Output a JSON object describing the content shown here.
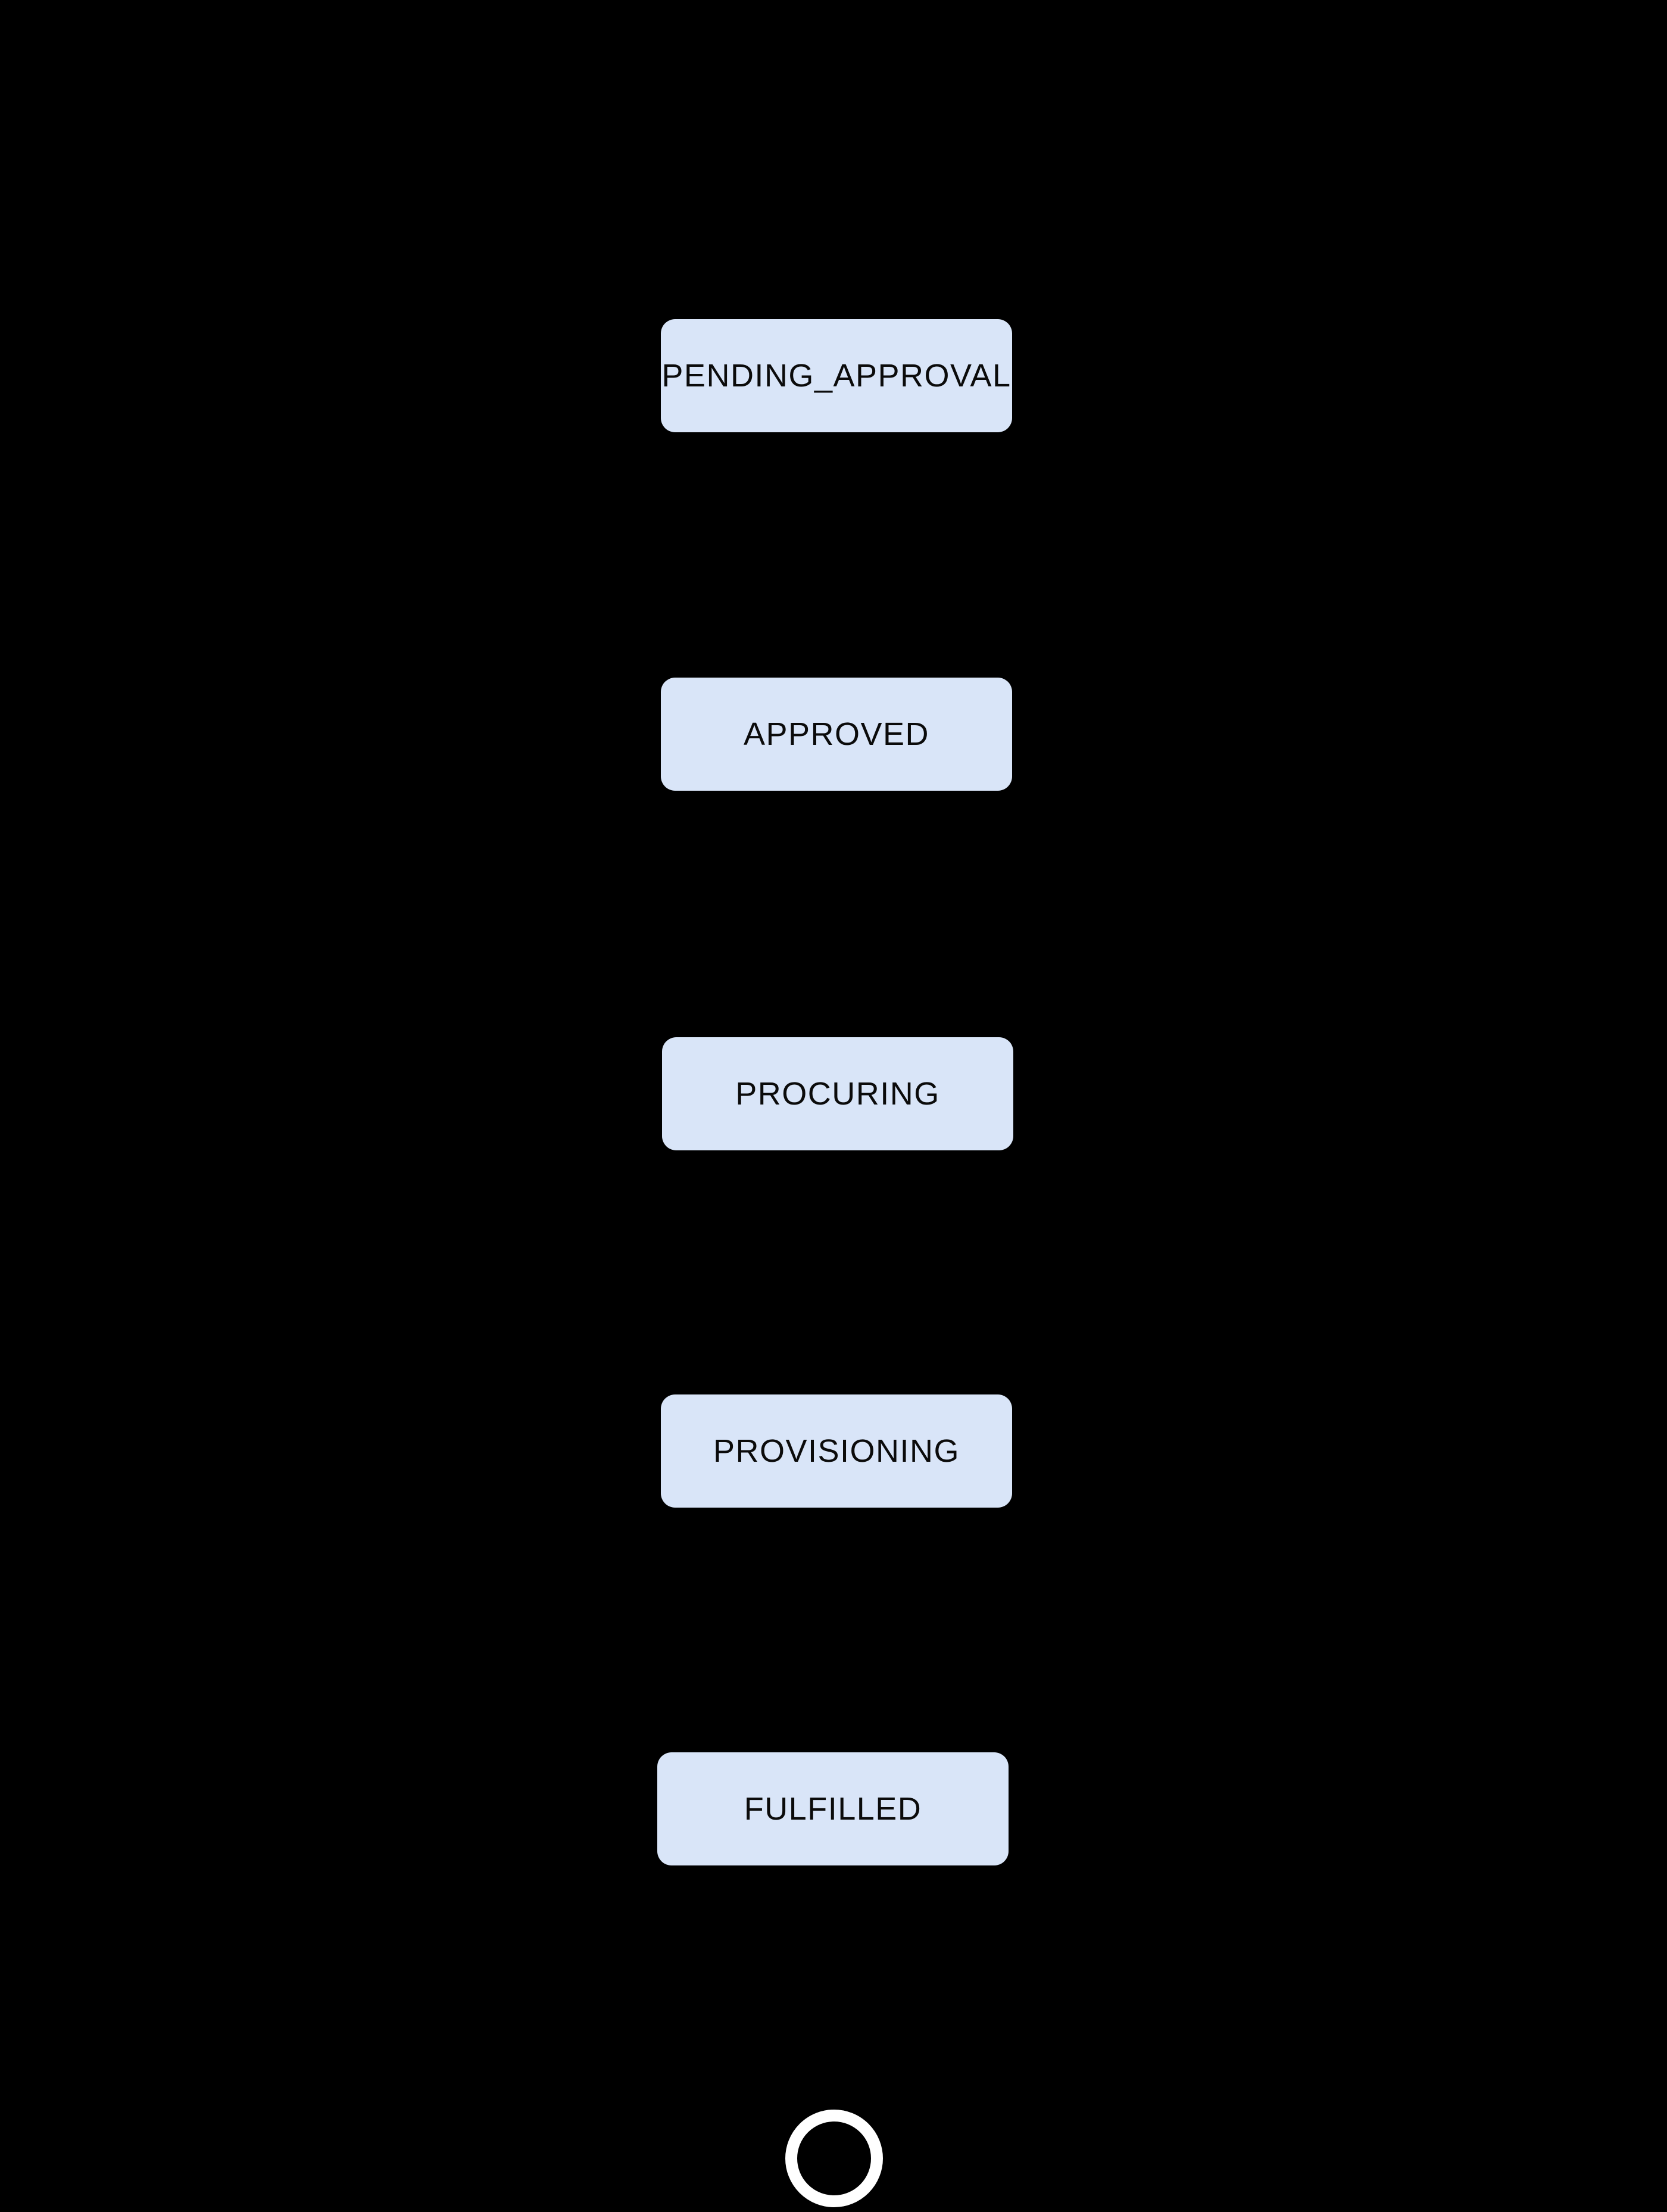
{
  "diagram": {
    "type": "state-flow",
    "orientation": "vertical",
    "states": [
      {
        "label": "PENDING_APPROVAL"
      },
      {
        "label": "APPROVED"
      },
      {
        "label": "PROCURING"
      },
      {
        "label": "PROVISIONING"
      },
      {
        "label": "FULFILLED"
      }
    ],
    "end_marker": {
      "shape": "ring",
      "meaning": "final-state"
    },
    "colors": {
      "background": "#000000",
      "node_fill": "#d9e5f8",
      "node_text": "#0b0b0b",
      "end_ring": "#ffffff"
    }
  }
}
